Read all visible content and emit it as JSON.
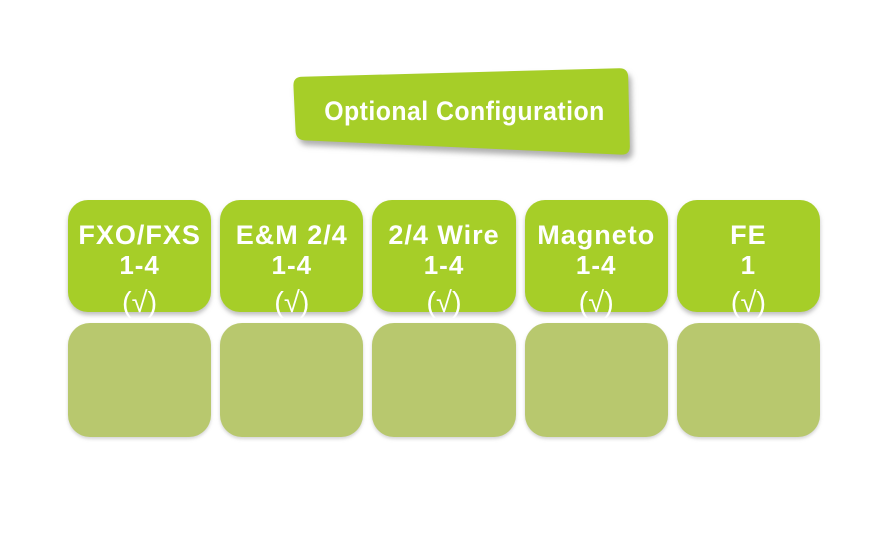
{
  "banner": {
    "label": "Optional Configuration"
  },
  "cards": [
    {
      "title": "FXO/FXS",
      "range": "1-4",
      "check": "(√)"
    },
    {
      "title": "E&M 2/4",
      "range": "1-4",
      "check": "(√)"
    },
    {
      "title": "2/4 Wire",
      "range": "1-4",
      "check": "(√)"
    },
    {
      "title": "Magneto",
      "range": "1-4",
      "check": "(√)"
    },
    {
      "title": "FE",
      "range": "1",
      "check": "(√)"
    }
  ],
  "placeholders": {
    "count": 5
  },
  "colors": {
    "module_green": "#a6ce28",
    "placeholder_olive": "#b8c86e",
    "text_white": "#ffffff",
    "background": "#ffffff"
  }
}
